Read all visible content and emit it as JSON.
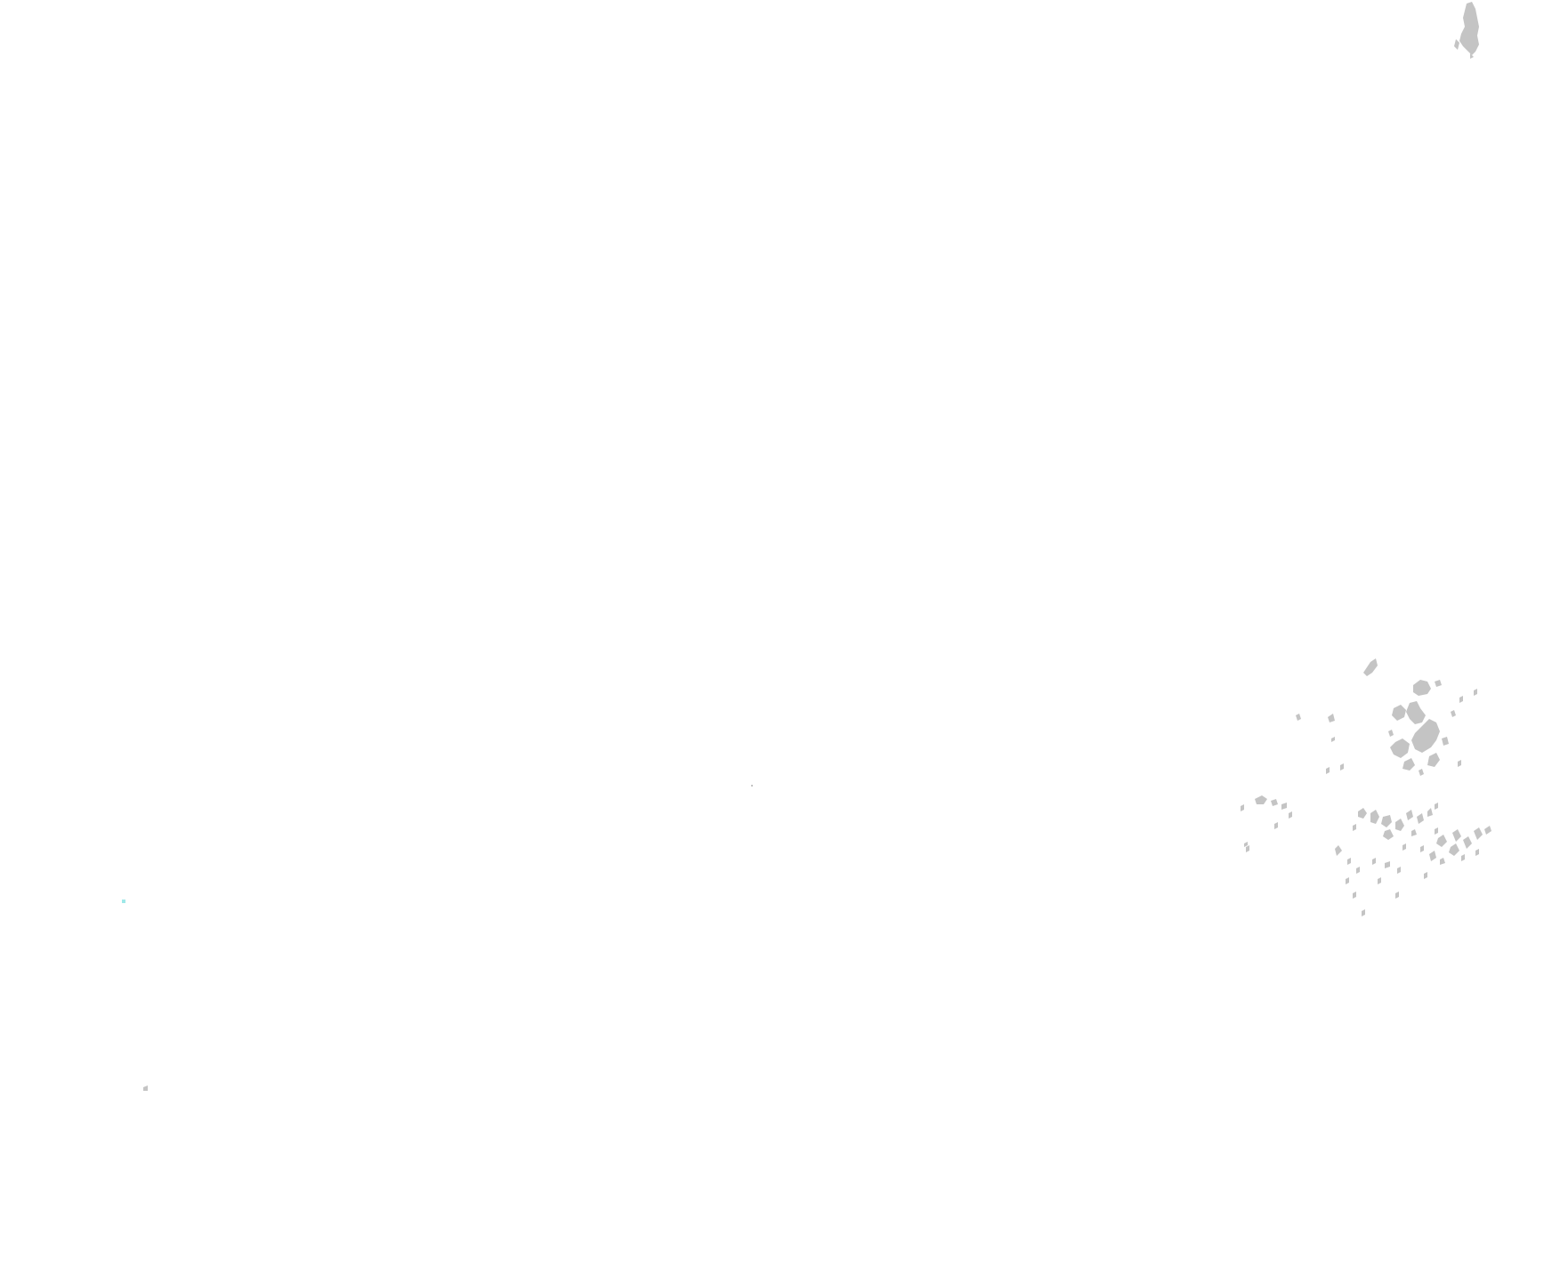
{
  "map": {
    "background_color": "#ffffff",
    "land_color": "#c4c4c4",
    "accent_color": "#9fe8e8",
    "features": [
      {
        "name": "island-cluster-top-right"
      },
      {
        "name": "archipelago-right-upper"
      },
      {
        "name": "archipelago-right-lower"
      },
      {
        "name": "speck-bottom-left"
      },
      {
        "name": "speck-center"
      },
      {
        "name": "speck-left-cyan"
      }
    ]
  }
}
